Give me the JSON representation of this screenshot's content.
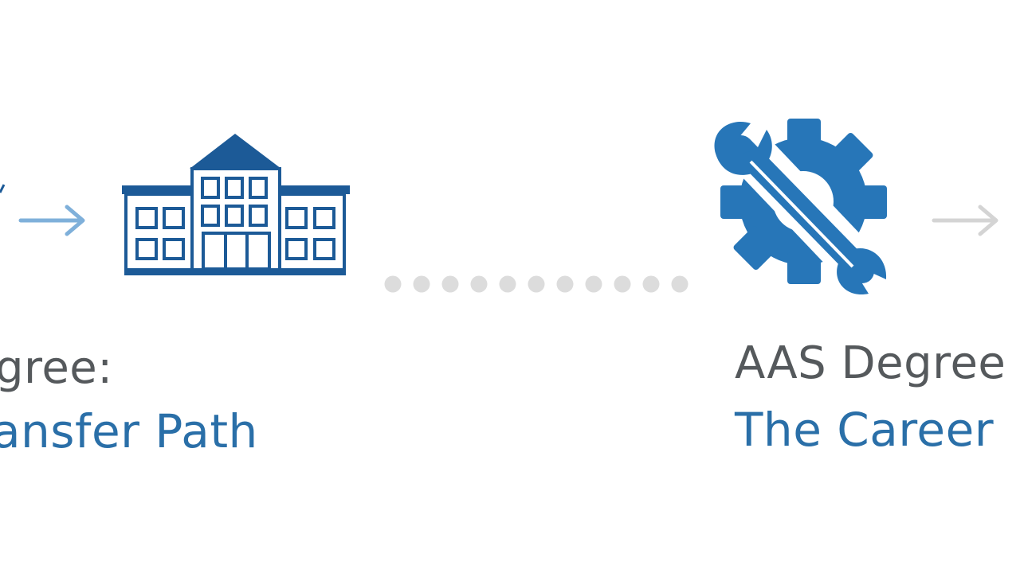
{
  "colors": {
    "building": "#1c5a97",
    "gear": "#2776b8",
    "left_arrow": "#7fb0da",
    "right_arrow": "#d4d4d4",
    "dots": "#dcdcdc",
    "gray_text": "#55595c",
    "blue_text": "#2a6fa8"
  },
  "left_label": {
    "line1": "gree:",
    "line2": "ansfer Path"
  },
  "right_label": {
    "line1": "AAS Degree",
    "line2": "The Career"
  },
  "icons": {
    "left_arrow": "arrow-right-icon",
    "building": "school-building-icon",
    "gear": "gear-wrench-icon",
    "right_arrow": "arrow-right-icon"
  },
  "connector_dot_count": 11
}
